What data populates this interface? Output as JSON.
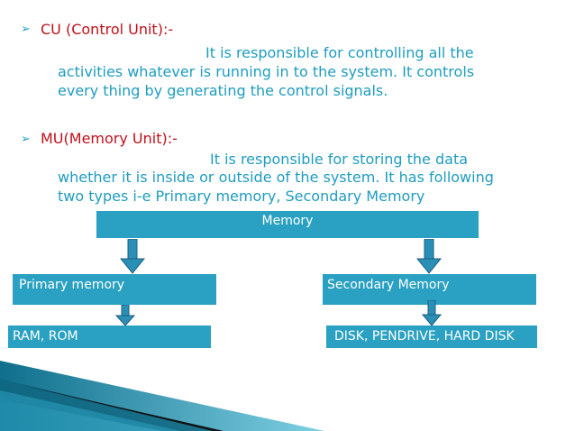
{
  "cu": {
    "bullet": "➢",
    "heading": "CU (Control Unit):-",
    "lines": [
      "It is responsible for controlling all the",
      "activities whatever is running in to the system. It controls",
      "every thing by generating the control signals."
    ]
  },
  "mu": {
    "bullet": "➢",
    "heading": "MU(Memory Unit):-",
    "lines": [
      "It is responsible for storing the data",
      "whether it is inside or outside of the system. It has following",
      "two types i-e Primary memory, Secondary Memory"
    ]
  },
  "diagram": {
    "root": "Memory",
    "primary": "Primary memory",
    "secondary": "Secondary Memory",
    "primary_child": "RAM, ROM",
    "secondary_child": "DISK, PENDRIVE, HARD DISK"
  },
  "colors": {
    "heading": "#c0101a",
    "body_text": "#1f9cbf",
    "box": "#2aa1c2",
    "arrow": "#2a8fb6"
  }
}
